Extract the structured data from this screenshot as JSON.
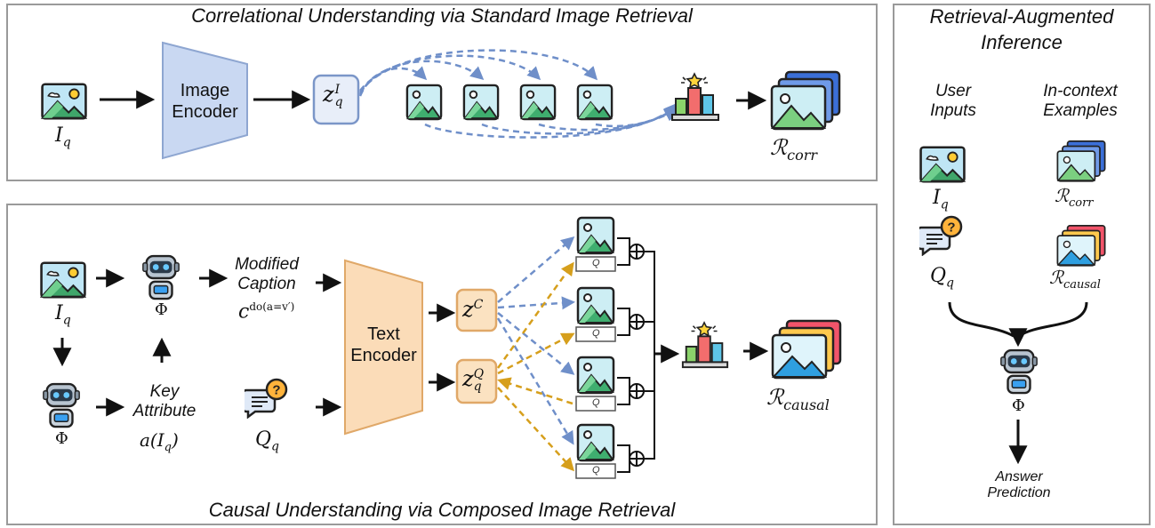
{
  "top_panel": {
    "title": "Correlational Understanding via Standard Image Retrieval",
    "encoder_label_line1": "Image",
    "encoder_label_line2": "Encoder",
    "query_image_label": "I",
    "query_image_sub": "q",
    "embedding_label": "z",
    "embedding_sup": "I",
    "embedding_sub": "q",
    "result_label": "ℛ",
    "result_sub": "corr"
  },
  "bottom_panel": {
    "title": "Causal Understanding via Composed Image Retrieval",
    "query_image_label": "I",
    "query_image_sub": "q",
    "phi_top": "Φ",
    "phi_bottom": "Φ",
    "modified_caption_line1": "Modified",
    "modified_caption_line2": "Caption",
    "caption_math": "c",
    "caption_sup": "do(a=v′)",
    "key_attr_line1": "Key",
    "key_attr_line2": "Attribute",
    "key_attr_math": "a(I",
    "key_attr_math_sub": "q",
    "key_attr_math_close": ")",
    "question_label": "Q",
    "question_sub": "q",
    "encoder_label_line1": "Text",
    "encoder_label_line2": "Encoder",
    "zc_label": "z",
    "zc_sup": "C",
    "zq_label": "z",
    "zq_sup": "Q",
    "zq_sub": "q",
    "retrieved_tags": [
      "Q",
      "Q",
      "Q",
      "Q"
    ],
    "result_label": "ℛ",
    "result_sub": "causal"
  },
  "right_panel": {
    "title_line1": "Retrieval-Augmented",
    "title_line2": "Inference",
    "user_inputs_line1": "User",
    "user_inputs_line2": "Inputs",
    "examples_line1": "In-context",
    "examples_line2": "Examples",
    "iq_label": "I",
    "iq_sub": "q",
    "rcorr_label": "ℛ",
    "rcorr_sub": "corr",
    "qq_label": "Q",
    "qq_sub": "q",
    "rcausal_label": "ℛ",
    "rcausal_sub": "causal",
    "phi": "Φ",
    "answer_line1": "Answer",
    "answer_line2": "Prediction"
  },
  "colors": {
    "panel_border": "#9a9a9a",
    "image_encoder_fill": "#c9d8f2",
    "image_encoder_stroke": "#8ea6d1",
    "text_encoder_fill": "#fbdcb8",
    "text_encoder_stroke": "#e0a868",
    "blue_dashed": "#6f8fc9",
    "gold_dashed": "#d69f1c"
  }
}
